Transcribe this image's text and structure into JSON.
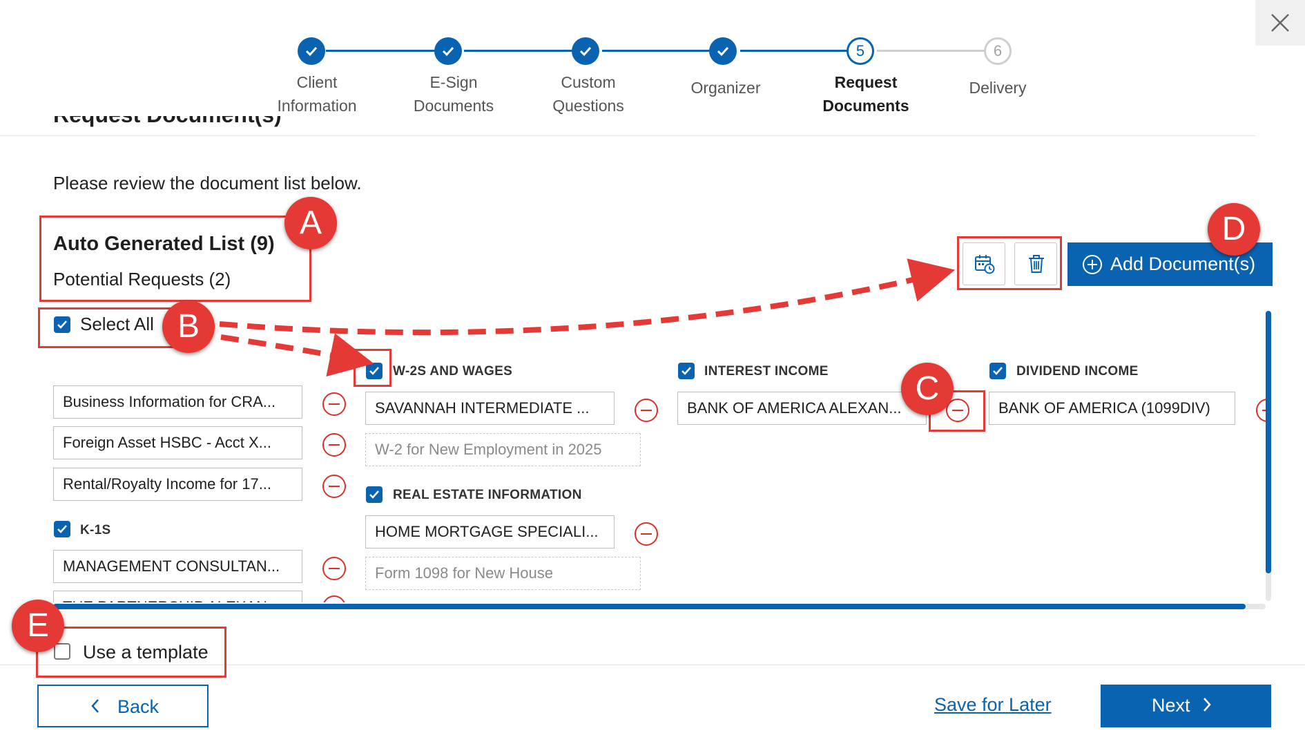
{
  "stepper": {
    "steps": [
      {
        "label_1": "Client",
        "label_2": "Information",
        "state": "done"
      },
      {
        "label_1": "E-Sign",
        "label_2": "Documents",
        "state": "done"
      },
      {
        "label_1": "Custom",
        "label_2": "Questions",
        "state": "done"
      },
      {
        "label_1": "Organizer",
        "label_2": "",
        "state": "done"
      },
      {
        "label_1": "Request",
        "label_2": "Documents",
        "state": "active",
        "number": "5"
      },
      {
        "label_1": "Delivery",
        "label_2": "",
        "state": "pending",
        "number": "6"
      }
    ]
  },
  "page": {
    "heading": "Request Document(s)",
    "subtext": "Please review the document list below.",
    "list_title": "Auto Generated List (9)",
    "potential": "Potential Requests (2)",
    "select_all": "Select All"
  },
  "ungrouped_docs": [
    "Business Information for CRA...",
    "Foreign Asset HSBC - Acct X...",
    "Rental/Royalty Income for 17..."
  ],
  "groups": {
    "k1s": {
      "title": "K-1S",
      "docs": [
        "MANAGEMENT CONSULTAN...",
        "THE PARTNERSHIP ALEXAN..."
      ]
    },
    "w2": {
      "title": "W-2S AND WAGES",
      "doc": "SAVANNAH INTERMEDIATE ...",
      "placeholder": "W-2 for New Employment in 2025"
    },
    "real_estate": {
      "title": "REAL ESTATE INFORMATION",
      "doc": "HOME MORTGAGE SPECIALI...",
      "placeholder": "Form 1098 for New House"
    },
    "interest": {
      "title": "INTEREST INCOME",
      "doc": "BANK OF AMERICA ALEXAN..."
    },
    "dividend": {
      "title": "DIVIDEND INCOME",
      "doc": "BANK OF AMERICA (1099DIV)"
    }
  },
  "toolbar": {
    "schedule_icon": "calendar-clock-icon",
    "delete_icon": "trash-icon",
    "add_label": "Add Document(s)"
  },
  "footer": {
    "use_template": "Use a template",
    "back": "Back",
    "save_later": "Save for Later",
    "next": "Next"
  },
  "annotations": {
    "a": "A",
    "b": "B",
    "c": "C",
    "d": "D",
    "e": "E"
  },
  "colors": {
    "primary": "#0a63b1",
    "remove": "#d9302a",
    "annotation": "#e53935"
  }
}
